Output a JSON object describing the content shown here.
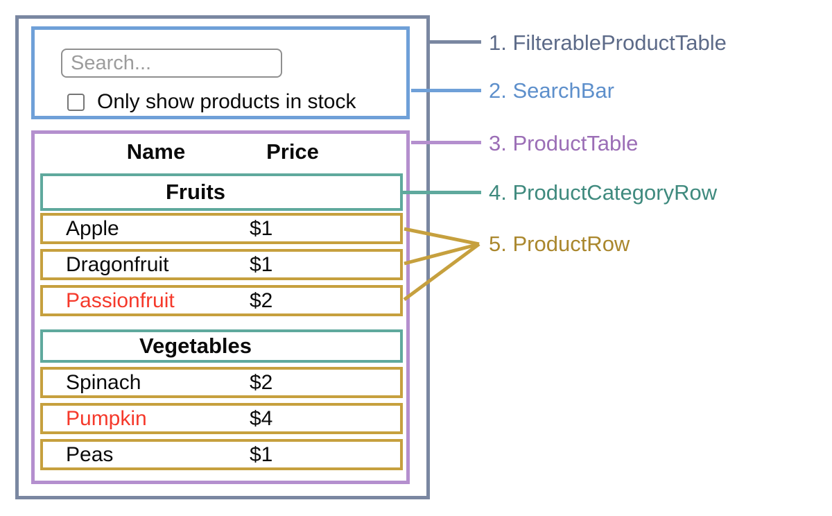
{
  "palette": {
    "outline_gray": "#7A87A1",
    "outline_blue": "#6FA0D8",
    "outline_purple": "#B48FCE",
    "outline_teal": "#5FA99D",
    "outline_gold": "#C6A03E",
    "label_gray": "#5C6A88",
    "label_blue": "#5D8FCB",
    "label_purple": "#9B6EB6",
    "label_teal": "#3F8A7E",
    "label_gold": "#AA872D",
    "out_of_stock_red": "#F5392B"
  },
  "diagram": {
    "search_bar": {
      "placeholder": "Search...",
      "input_value": "",
      "checkbox_checked": false,
      "checkbox_label": "Only show products in stock"
    },
    "table": {
      "columns": {
        "name": "Name",
        "price": "Price"
      },
      "sections": [
        {
          "category": "Fruits",
          "rows": [
            {
              "name": "Apple",
              "price": "$1",
              "out_of_stock": false
            },
            {
              "name": "Dragonfruit",
              "price": "$1",
              "out_of_stock": false
            },
            {
              "name": "Passionfruit",
              "price": "$2",
              "out_of_stock": true
            }
          ]
        },
        {
          "category": "Vegetables",
          "rows": [
            {
              "name": "Spinach",
              "price": "$2",
              "out_of_stock": false
            },
            {
              "name": "Pumpkin",
              "price": "$4",
              "out_of_stock": true
            },
            {
              "name": "Peas",
              "price": "$1",
              "out_of_stock": false
            }
          ]
        }
      ]
    },
    "legend": {
      "items": [
        {
          "text": "1. FilterableProductTable"
        },
        {
          "text": "2. SearchBar"
        },
        {
          "text": "3. ProductTable"
        },
        {
          "text": "4. ProductCategoryRow"
        },
        {
          "text": "5. ProductRow"
        }
      ]
    }
  }
}
